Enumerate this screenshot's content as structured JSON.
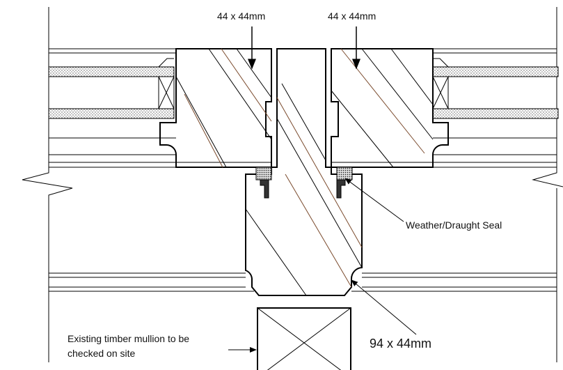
{
  "labels": {
    "left_section": "44 x 44mm",
    "right_section": "44 x 44mm",
    "seal": "Weather/Draught Seal",
    "mullion_size": "94 x 44mm",
    "existing_line1": "Existing timber mullion to be",
    "existing_line2": "checked on site"
  }
}
